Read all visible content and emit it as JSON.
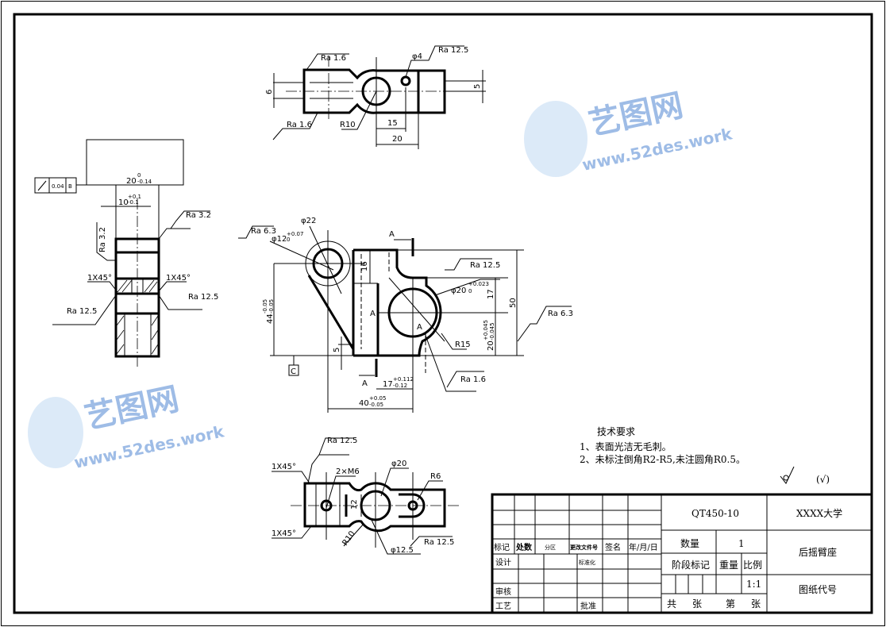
{
  "watermark": {
    "brand": "艺图网",
    "url": "www.52des.work"
  },
  "top_view": {
    "ra_top": "Ra 1.6",
    "ra_bottom": "Ra 1.6",
    "ra_hole": "Ra 12.5",
    "hole_dia": "φ4",
    "dim_6": "6",
    "dim_5": "5",
    "radius": "R10",
    "dim_15": "15",
    "dim_20": "20"
  },
  "side_view": {
    "tolerance_value": "0.04",
    "tolerance_datum": "B",
    "width_nominal": "20",
    "width_upper": "0",
    "width_lower": "-0.14",
    "inner_nominal": "10",
    "inner_upper": "+0.1",
    "inner_lower": "-0.1",
    "ra_top_right": "Ra 3.2",
    "ra_left": "Ra 3.2",
    "chamfer_left": "1X45°",
    "chamfer_right": "1X45°",
    "ra_left_bottom": "Ra 12.5",
    "ra_right_bottom": "Ra 12.5"
  },
  "front_view": {
    "ra_small_hole": "Ra 6.3",
    "small_hole_dia": "φ12",
    "small_hole_upper": "+0.07",
    "small_hole_lower": "0",
    "boss_dia": "φ22",
    "section_a": "A",
    "dim_16": "16",
    "ra_top": "Ra 12.5",
    "big_hole_dia": "φ20",
    "big_hole_upper": "+0.023",
    "big_hole_lower": "0",
    "dim_17": "17",
    "dim_50": "50",
    "ra_right": "Ra 6.3",
    "height_nominal": "44",
    "height_upper": "-0.05",
    "height_lower": "-0.05",
    "center_nominal": "20",
    "center_upper": "+0.045",
    "center_lower": "-0.045",
    "radius": "R15",
    "dim_5": "5",
    "datum": "C",
    "offset_nominal": "17",
    "offset_upper": "+0.112",
    "offset_lower": "-0.12",
    "length_nominal": "40",
    "length_upper": "+0.05",
    "length_lower": "-0.05",
    "ra_bottom": "Ra 1.6"
  },
  "bottom_view": {
    "ra_top": "Ra 12.5",
    "chamfer_top": "1X45°",
    "thread": "2×M6",
    "dia_20": "φ20",
    "radius_r6": "R6",
    "chamfer_bottom": "1X45°",
    "radius_r10": "R10",
    "dim_12": "12",
    "dia_12_5": "φ12.5",
    "ra_bottom": "Ra 12.5"
  },
  "tech_requirements": {
    "title": "技术要求",
    "items": [
      "1、表面光洁无毛刺。",
      "2、未标注倒角R2-R5,未注圆角R0.5。"
    ],
    "other_surfaces": "(√)"
  },
  "title_block": {
    "material": "QT450-10",
    "school": "XXXX大学",
    "quantity_label": "数量",
    "quantity": "1",
    "part_name": "后摇臂座",
    "stage_label": "阶段标记",
    "weight_label": "重量",
    "scale_label": "比例",
    "scale": "1:1",
    "drawing_no_label": "图纸代号",
    "total_label": "共",
    "sheet_label": "张",
    "index_label": "第",
    "sheet_label2": "张",
    "revision_headers": [
      "标记",
      "处数",
      "分区",
      "更改文件号",
      "签名",
      "年/月/日"
    ],
    "design_label": "设计",
    "standard_label": "标准化",
    "review_label": "审核",
    "process_label": "工艺",
    "approve_label": "批准"
  }
}
